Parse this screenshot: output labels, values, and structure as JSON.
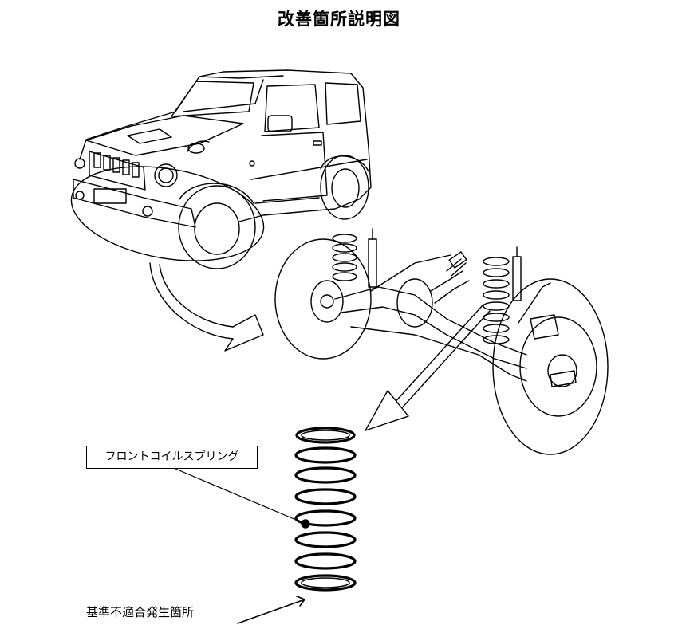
{
  "title": "改善箇所説明図",
  "callouts": {
    "part_name": "フロントコイルスプリング",
    "defect_location": "基準不適合発生箇所"
  },
  "illustrations": {
    "vehicle": "vehicle-illustration",
    "axle": "front-axle-assembly-illustration",
    "spring": "coil-spring-illustration"
  }
}
